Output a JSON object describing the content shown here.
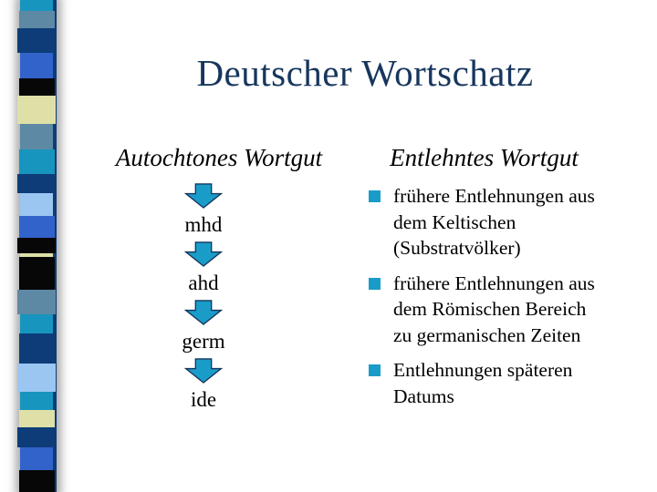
{
  "slide": {
    "title": "Deutscher Wortschatz",
    "left": {
      "heading": "Autochtones Wortgut",
      "chain": [
        {
          "label": "mhd"
        },
        {
          "label": "ahd"
        },
        {
          "label": "germ"
        },
        {
          "label": "ide"
        }
      ]
    },
    "right": {
      "heading": "Entlehntes Wortgut",
      "bullets": [
        {
          "text": "frühere Entlehnungen aus dem Keltischen (Substratvölker)",
          "lines": [
            "frühere Entlehnungen aus",
            "dem Keltischen",
            "(Substratvölker)"
          ]
        },
        {
          "text": "frühere Entlehnungen aus dem Römischen Bereich zu germanischen Zeiten",
          "lines": [
            "frühere Entlehnungen aus",
            "dem Römischen Bereich",
            "zu germanischen Zeiten"
          ]
        },
        {
          "text": "Entlehnungen späteren Datums",
          "lines": [
            "Entlehnungen späteren",
            "Datums"
          ]
        }
      ]
    },
    "colors": {
      "title": "#17365d",
      "body_text": "#000000",
      "accent": "#1a9cc8",
      "arrow_outline": "#17365d",
      "background": "#ffffff"
    },
    "decor_strip": {
      "blocks": [
        {
          "color": "#1895be",
          "h": 12
        },
        {
          "color": "#5e89a4",
          "h": 19
        },
        {
          "color": "#0d3c78",
          "h": 27
        },
        {
          "color": "#3263cb",
          "h": 28
        },
        {
          "color": "#070707",
          "h": 19
        },
        {
          "color": "#dfe0a8",
          "h": 31
        },
        {
          "color": "#5e89a4",
          "h": 28
        },
        {
          "color": "#1895be",
          "h": 27
        },
        {
          "color": "#0d3c78",
          "h": 21
        },
        {
          "color": "#9cc6f2",
          "h": 25
        },
        {
          "color": "#3263cb",
          "h": 24
        },
        {
          "color": "#070707",
          "h": 17
        },
        {
          "color": "#dfe0a8",
          "h": 4
        },
        {
          "color": "#070707",
          "h": 36
        },
        {
          "color": "#5e89a4",
          "h": 27
        },
        {
          "color": "#1895be",
          "h": 21
        },
        {
          "color": "#0d3c78",
          "h": 33
        },
        {
          "color": "#9cc6f2",
          "h": 31
        },
        {
          "color": "#1895be",
          "h": 20
        },
        {
          "color": "#dfe0a8",
          "h": 19
        },
        {
          "color": "#0d3c78",
          "h": 22
        },
        {
          "color": "#3263cb",
          "h": 25
        },
        {
          "color": "#070707",
          "h": 24
        }
      ]
    }
  }
}
